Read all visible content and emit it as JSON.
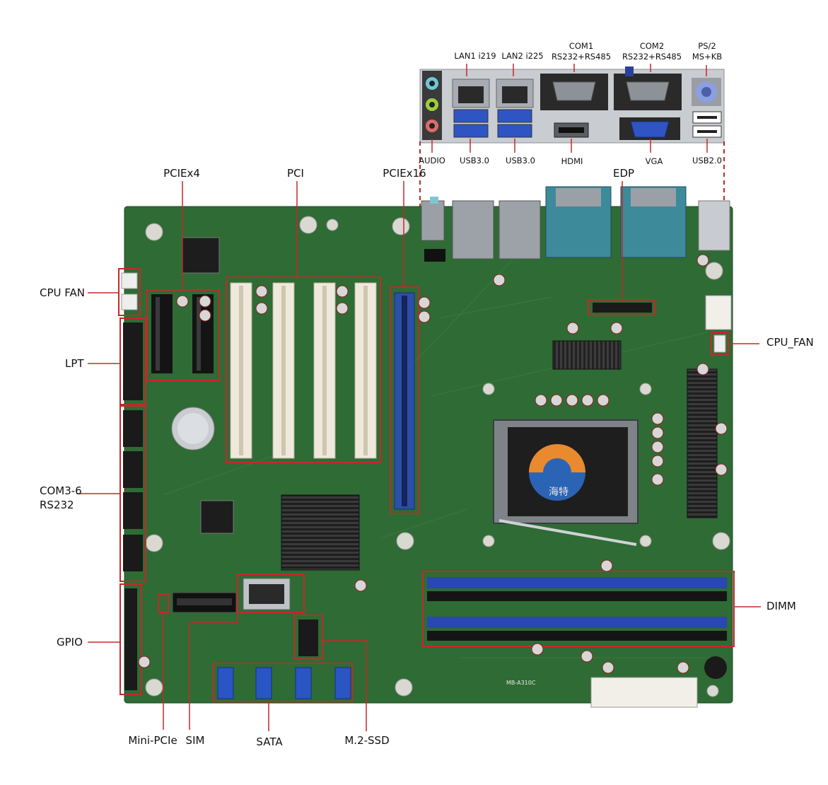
{
  "io_panel": {
    "labels": {
      "lan1": "LAN1 i219",
      "lan2": "LAN2 i225",
      "com1_line1": "COM1",
      "com1_line2": "RS232+RS485",
      "com2_line1": "COM2",
      "com2_line2": "RS232+RS485",
      "ps2_line1": "PS/2",
      "ps2_line2": "MS+KB",
      "audio": "AUDIO",
      "usb30_a": "USB3.0",
      "usb30_b": "USB3.0",
      "hdmi": "HDMI",
      "vga": "VGA",
      "usb20": "USB2.0"
    }
  },
  "board": {
    "top_labels": {
      "pciex4": "PCIEx4",
      "pci": "PCI",
      "pciex16": "PCIEx16",
      "edp": "EDP"
    },
    "left_labels": {
      "cpu_fan": "CPU FAN",
      "lpt": "LPT",
      "com36_line1": "COM3-6",
      "com36_line2": "RS232",
      "gpio": "GPIO"
    },
    "right_labels": {
      "cpu_fan2": "CPU_FAN",
      "dimm": "DIMM"
    },
    "bottom_labels": {
      "mini_pcie": "Mini-PCIe",
      "sim": "SIM",
      "sata": "SATA",
      "m2_ssd": "M.2-SSD"
    },
    "silkscreen": {
      "model": "MB-A310C",
      "logo_text": "海特"
    },
    "colors": {
      "pcb": "#2f6b35",
      "callout": "#c62828",
      "slot_white": "#efe9dc",
      "slot_blue": "#2c4fa8",
      "dimm_blue": "#2b47b0"
    }
  }
}
